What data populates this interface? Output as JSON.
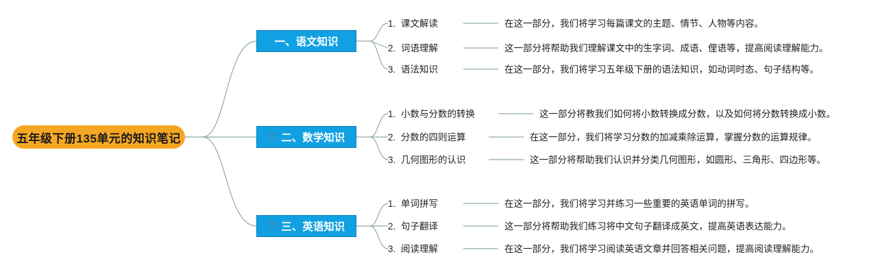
{
  "diagram": {
    "type": "mindmap",
    "root": {
      "label": "五年级下册135单元的知识笔记",
      "color": "#f5a623"
    },
    "branch_color": "#11a0e2",
    "connector_color": "#8faba4",
    "heart_icon": "♡",
    "branches": [
      {
        "label": "一、语文知识",
        "has_heart": false,
        "leaves": [
          {
            "index": "1.",
            "title": "课文解读",
            "desc": "在这一部分，我们将学习每篇课文的主题、情节、人物等内容。"
          },
          {
            "index": "2.",
            "title": "词语理解",
            "desc": "这一部分将帮助我们理解课文中的生字词、成语、俚语等，提高阅读理解能力。"
          },
          {
            "index": "3.",
            "title": "语法知识",
            "desc": "在这一部分，我们将学习五年级下册的语法知识，如动词时态、句子结构等。"
          }
        ]
      },
      {
        "label": "二、数学知识",
        "has_heart": true,
        "leaves": [
          {
            "index": "1.",
            "title": "小数与分数的转换",
            "desc": "这一部分将教我们如何将小数转换成分数，以及如何将分数转换成小数。"
          },
          {
            "index": "2.",
            "title": "分数的四则运算",
            "desc": "在这一部分，我们将学习分数的加减乘除运算，掌握分数的运算规律。"
          },
          {
            "index": "3.",
            "title": "几何图形的认识",
            "desc": "这一部分将帮助我们认识并分类几何图形，如圆形、三角形、四边形等。"
          }
        ]
      },
      {
        "label": "三、英语知识",
        "has_heart": true,
        "leaves": [
          {
            "index": "1.",
            "title": "单词拼写",
            "desc": "在这一部分，我们将学习并练习一些重要的英语单词的拼写。"
          },
          {
            "index": "2.",
            "title": "句子翻译",
            "desc": "这一部分将帮助我们练习将中文句子翻译成英文，提高英语表达能力。"
          },
          {
            "index": "3.",
            "title": "阅读理解",
            "desc": "在这一部分，我们将学习阅读英语文章并回答相关问题，提高阅读理解能力。"
          }
        ]
      }
    ]
  }
}
